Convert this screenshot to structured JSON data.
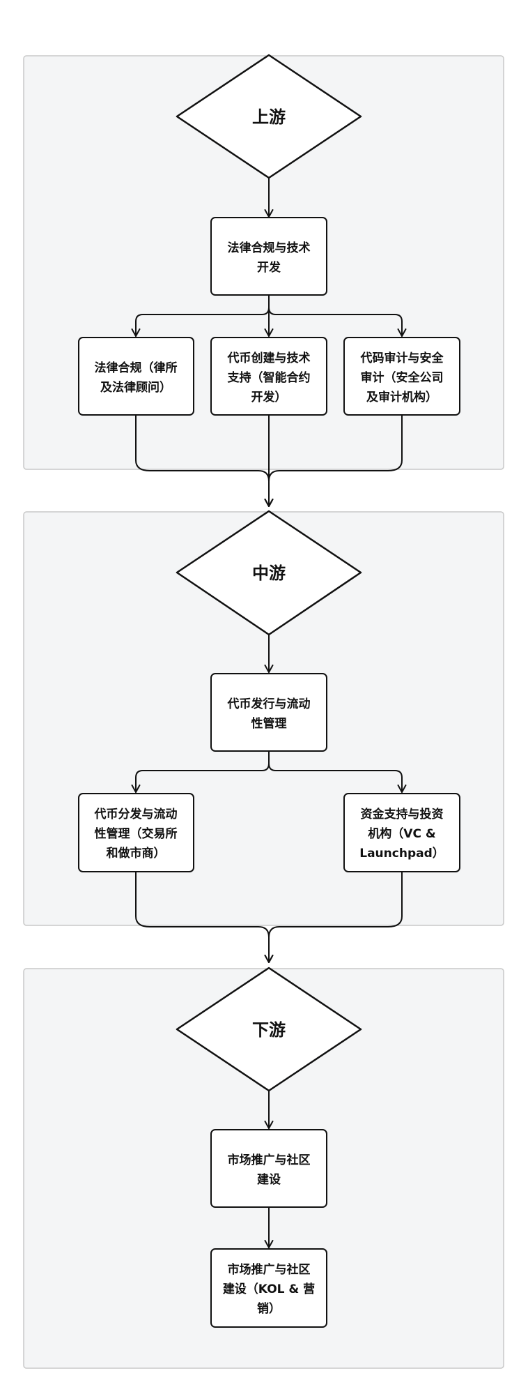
{
  "stages": [
    {
      "decision": "上游",
      "main": [
        "法律合规与技术",
        "开发"
      ],
      "children": [
        [
          "法律合规（律所",
          "及法律顾问）"
        ],
        [
          "代币创建与技术",
          "支持（智能合约",
          "开发）"
        ],
        [
          "代码审计与安全",
          "审计（安全公司",
          "及审计机构）"
        ]
      ]
    },
    {
      "decision": "中游",
      "main": [
        "代币发行与流动",
        "性管理"
      ],
      "children": [
        [
          "代币分发与流动",
          "性管理（交易所",
          "和做市商）"
        ],
        [
          "资金支持与投资",
          "机构（VC &",
          "Launchpad）"
        ]
      ]
    },
    {
      "decision": "下游",
      "main": [
        "市场推广与社区",
        "建设"
      ],
      "children": [
        [
          "市场推广与社区",
          "建设（KOL & 营",
          "销）"
        ]
      ]
    }
  ],
  "colors": {
    "cluster_fill": "#f4f5f6",
    "cluster_border": "#c8c8c8",
    "node_fill": "#ffffff",
    "stroke": "#111111",
    "text": "#111111"
  }
}
